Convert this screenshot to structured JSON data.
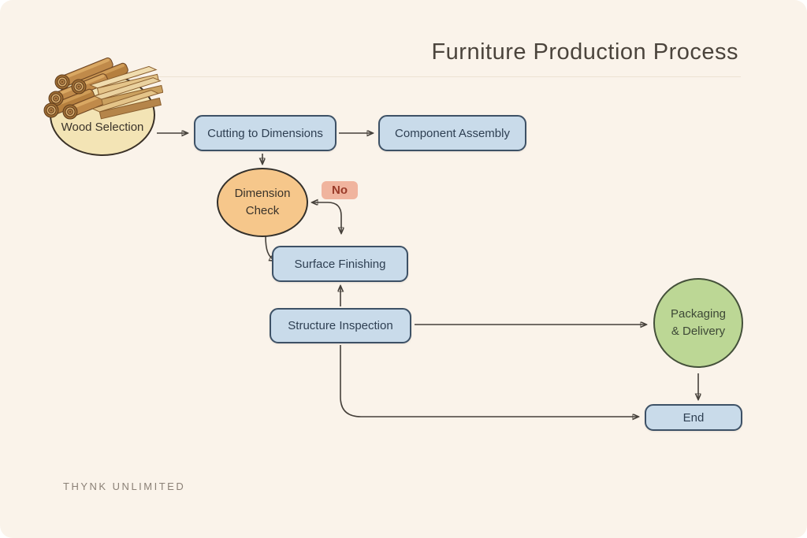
{
  "header": {
    "title": "Furniture Production Process"
  },
  "footer": {
    "brand": "THYNK UNLIMITED"
  },
  "flowchart": {
    "nodes": {
      "wood_selection": {
        "label": "Wood Selection",
        "shape": "ellipse"
      },
      "cutting_to_dimensions": {
        "label": "Cutting to Dimensions",
        "shape": "rounded-rect"
      },
      "component_assembly": {
        "label": "Component Assembly",
        "shape": "rounded-rect"
      },
      "dimension_check": {
        "line1": "Dimension",
        "line2": "Check",
        "shape": "ellipse"
      },
      "surface_finishing": {
        "label": "Surface Finishing",
        "shape": "rounded-rect"
      },
      "structure_inspection": {
        "label": "Structure Inspection",
        "shape": "rounded-rect"
      },
      "packaging_delivery": {
        "line1": "Packaging",
        "line2": "& Delivery",
        "shape": "circle"
      },
      "end": {
        "label": "End",
        "shape": "rounded-rect"
      }
    },
    "branch_labels": {
      "no": "No"
    },
    "edges": [
      "wood_selection -> cutting_to_dimensions",
      "cutting_to_dimensions -> component_assembly",
      "cutting_to_dimensions -> dimension_check",
      "dimension_check -> surface_finishing",
      "dimension_check <-> surface_finishing (No branch)",
      "structure_inspection -> surface_finishing",
      "structure_inspection -> packaging_delivery",
      "packaging_delivery -> end",
      "structure_inspection -> end"
    ],
    "icons": {
      "wood_pile": "wood-pile-illustration"
    }
  },
  "colors": {
    "background": "#faf3ea",
    "frame": "#ffffff",
    "process_fill": "#c9dbea",
    "process_border": "#3d5166",
    "process_text": "#2e3f52",
    "decision_fill": "#f6c78b",
    "start_fill": "#f3e4b5",
    "terminal_green_fill": "#bcd795",
    "no_badge_fill": "#f0b49e",
    "no_badge_text": "#993a28",
    "arrow": "#45403a",
    "title_text": "#4b443c",
    "footer_text": "#8b8177"
  }
}
